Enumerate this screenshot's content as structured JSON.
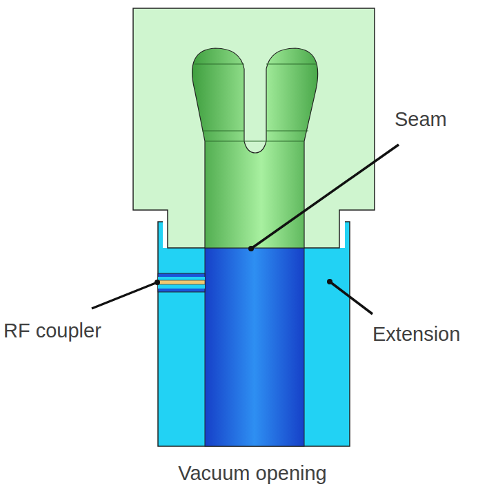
{
  "diagram": {
    "labels": [
      "Seam",
      "RF coupler",
      "Extension",
      "Vacuum opening"
    ]
  }
}
